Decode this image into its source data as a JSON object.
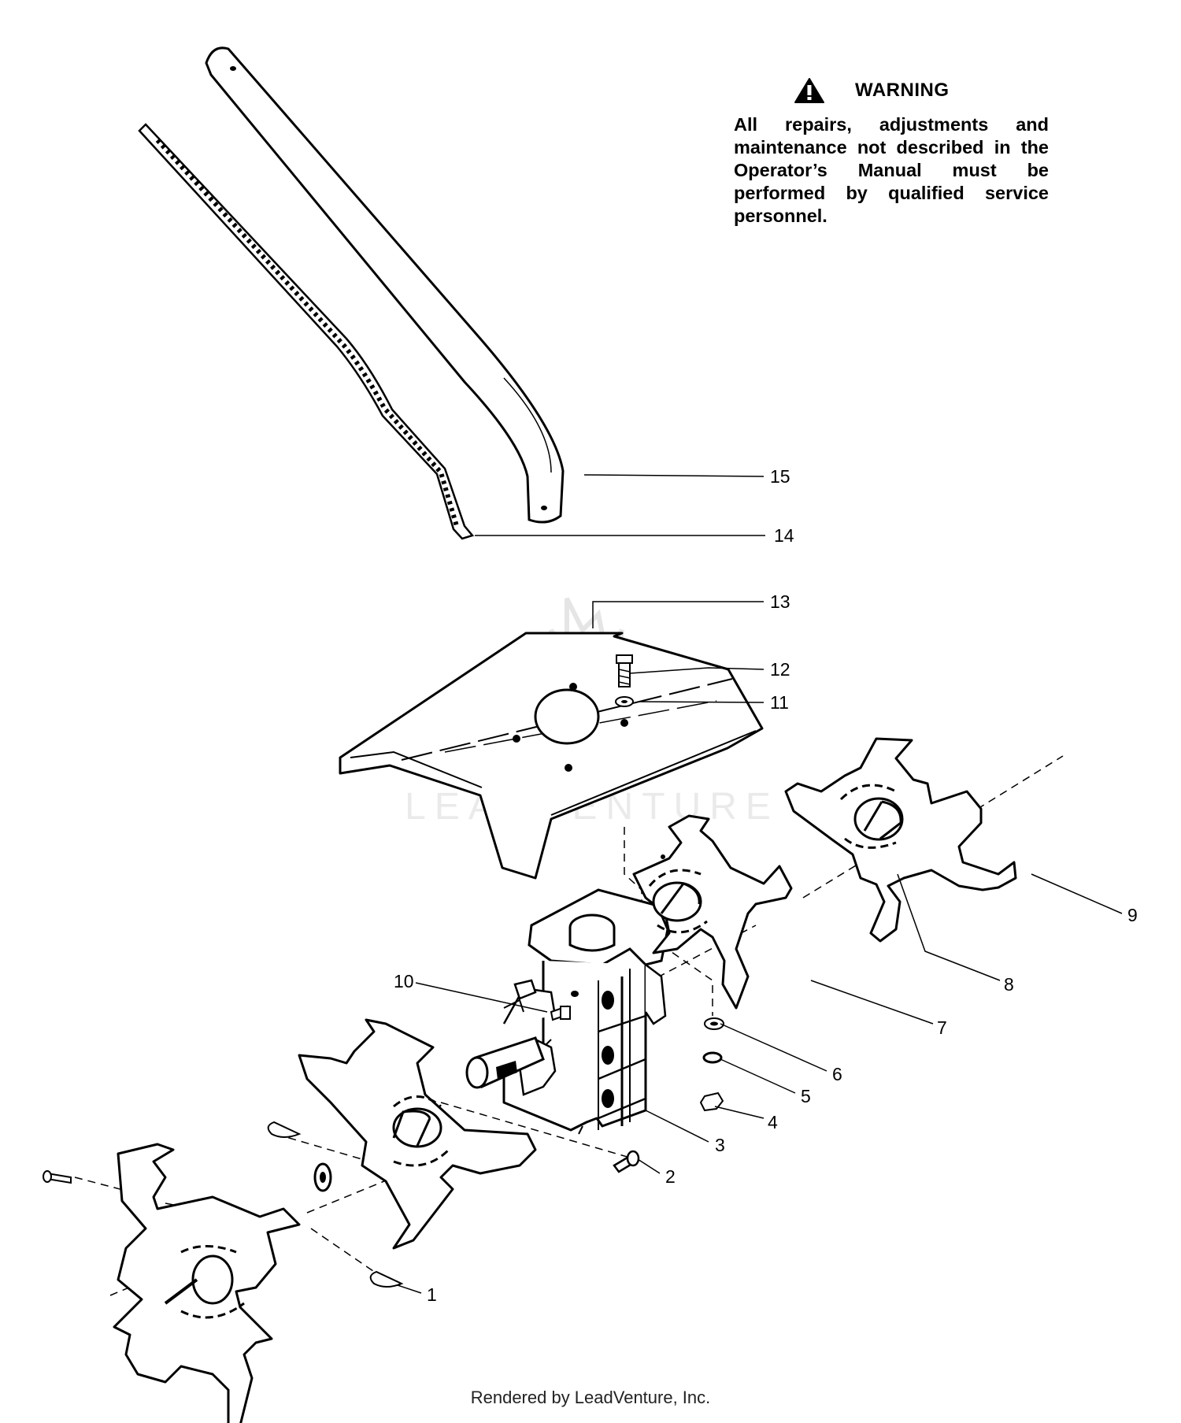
{
  "warning": {
    "title": "WARNING",
    "text": "All repairs, adjustments and maintenance not described in the Operator’s Manual must be performed by qualified service personnel.",
    "icon": "warning-triangle-icon"
  },
  "watermark": "LEADVENTURE",
  "footer": "Rendered by LeadVenture, Inc.",
  "callouts": [
    "1",
    "2",
    "3",
    "4",
    "5",
    "6",
    "7",
    "8",
    "9",
    "10",
    "11",
    "12",
    "13",
    "14",
    "15"
  ]
}
